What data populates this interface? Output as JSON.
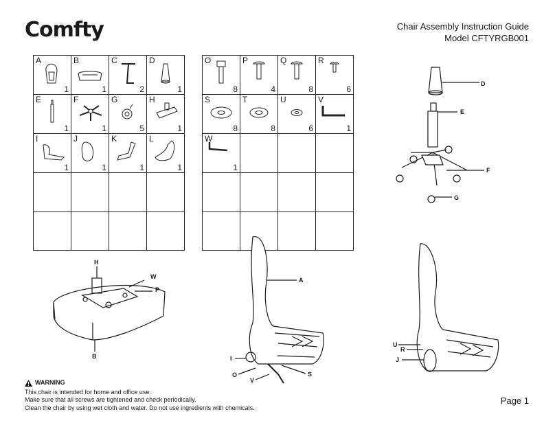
{
  "brand": {
    "logo": "Comfty"
  },
  "header": {
    "title": "Chair Assembly Instruction Guide",
    "model": "Model CFTYRGB001"
  },
  "parts_left": [
    {
      "letter": "A",
      "qty": "1",
      "icon": "seat-back-icon"
    },
    {
      "letter": "B",
      "qty": "1",
      "icon": "seat-cushion-icon"
    },
    {
      "letter": "C",
      "qty": "2",
      "icon": "armrest-icon"
    },
    {
      "letter": "D",
      "qty": "1",
      "icon": "gas-cover-icon"
    },
    {
      "letter": "E",
      "qty": "1",
      "icon": "gas-lift-icon"
    },
    {
      "letter": "F",
      "qty": "1",
      "icon": "star-base-icon"
    },
    {
      "letter": "G",
      "qty": "5",
      "icon": "caster-icon"
    },
    {
      "letter": "H",
      "qty": "1",
      "icon": "tilt-mechanism-icon"
    },
    {
      "letter": "I",
      "qty": "1",
      "icon": "bracket-left-icon"
    },
    {
      "letter": "J",
      "qty": "1",
      "icon": "side-cover-icon"
    },
    {
      "letter": "K",
      "qty": "1",
      "icon": "bracket-right-icon"
    },
    {
      "letter": "L",
      "qty": "1",
      "icon": "side-cover-right-icon"
    }
  ],
  "parts_right": [
    {
      "letter": "O",
      "qty": "8",
      "icon": "long-bolt-icon"
    },
    {
      "letter": "P",
      "qty": "4",
      "icon": "screw-icon"
    },
    {
      "letter": "Q",
      "qty": "8",
      "icon": "screw-icon"
    },
    {
      "letter": "R",
      "qty": "6",
      "icon": "small-screw-icon"
    },
    {
      "letter": "S",
      "qty": "8",
      "icon": "washer-large-icon"
    },
    {
      "letter": "T",
      "qty": "8",
      "icon": "washer-icon"
    },
    {
      "letter": "U",
      "qty": "6",
      "icon": "washer-small-icon"
    },
    {
      "letter": "V",
      "qty": "1",
      "icon": "allen-key-large-icon"
    },
    {
      "letter": "W",
      "qty": "1",
      "icon": "allen-key-small-icon"
    }
  ],
  "callouts": {
    "D": "D",
    "E": "E",
    "F": "F",
    "G": "G",
    "H": "H",
    "W": "W",
    "P": "P",
    "B": "B",
    "A": "A",
    "I": "I",
    "O": "O",
    "V": "V",
    "S": "S",
    "U": "U",
    "R": "R",
    "J": "J"
  },
  "warning": {
    "title": "WARNING",
    "line1": "This chair is intended for home and office use.",
    "line2": "Make sure that all screws are tightened and check periodically.",
    "line3": "Clean the chair by using wet cloth and water. Do not use ingredients with chemicals."
  },
  "footer": {
    "page": "Page 1"
  }
}
